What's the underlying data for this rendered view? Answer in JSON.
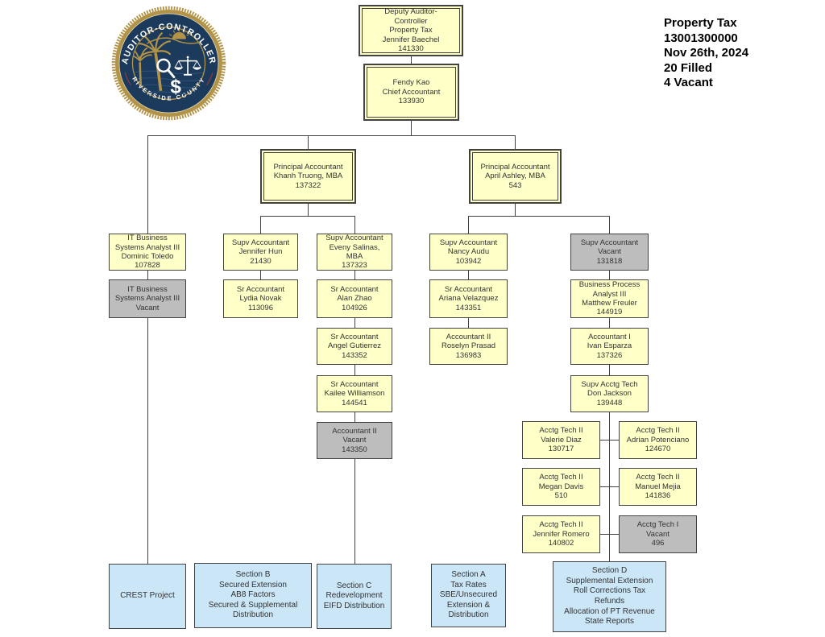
{
  "header": {
    "lines": [
      "Property Tax",
      "13001300000",
      "Nov 26th, 2024",
      "20 Filled",
      "4 Vacant"
    ]
  },
  "logo": {
    "top_text": "AUDITOR-CONTROLLER",
    "bottom_text": "RIVERSIDE COUNTY",
    "dollar": "$",
    "symbols": [
      "palm-trees-icon",
      "sun-icon",
      "magnifying-glass-icon",
      "scales-of-justice-icon",
      "dollar-sign-icon"
    ],
    "colors": {
      "navy": "#1C3A5B",
      "gold": "#B29347",
      "text": "#FFFFFF",
      "red_accent": "#A03A3A"
    }
  },
  "colors": {
    "filled_box": "#FFFFC8",
    "vacant_box": "#BDBDBD",
    "section_box": "#CBE6F7",
    "border": "#424242",
    "connector": "#424242",
    "text": "#333333"
  },
  "nodes": {
    "deputy": {
      "text": "Deputy Auditor-\nController\nProperty Tax\nJennifer Baechel\n141330"
    },
    "chief": {
      "text": "Fendy Kao\nChief Accountant\n133930"
    },
    "khanh": {
      "text": "Principal Accountant\nKhanh Truong, MBA\n137322"
    },
    "april": {
      "text": "Principal Accountant\nApril Ashley, MBA\n543"
    },
    "dominic": {
      "text": "IT Business\nSystems Analyst III\nDominic Toledo\n107828"
    },
    "it_vacant": {
      "text": "IT Business\nSystems Analyst III\nVacant"
    },
    "hun": {
      "text": "Supv Accountant\nJennifer Hun\n21430"
    },
    "salinas": {
      "text": "Supv Accountant\nEveny Salinas,\nMBA\n137323"
    },
    "audu": {
      "text": "Supv Accountant\nNancy Audu\n103942"
    },
    "supv_vacant": {
      "text": "Supv Accountant\nVacant\n131818"
    },
    "novak": {
      "text": "Sr Accountant\nLydia Novak\n113096"
    },
    "zhao": {
      "text": "Sr Accountant\nAlan Zhao\n104926"
    },
    "velazquez": {
      "text": "Sr Accountant\nAriana Velazquez\n143351"
    },
    "freuler": {
      "text": "Business Process\nAnalyst III\nMatthew Freuler\n144919"
    },
    "gutierrez": {
      "text": "Sr Accountant\nAngel Gutierrez\n143352"
    },
    "prasad": {
      "text": "Accountant II\nRoselyn Prasad\n136983"
    },
    "esparza": {
      "text": "Accountant I\nIvan Esparza\n137326"
    },
    "williamson": {
      "text": "Sr Accountant\nKailee Williamson\n144541"
    },
    "jackson": {
      "text": "Supv Acctg Tech\nDon Jackson\n139448"
    },
    "acct2_vacant": {
      "text": "Accountant II\nVacant\n143350"
    },
    "diaz": {
      "text": "Acctg Tech II\nValerie Diaz\n130717"
    },
    "potenciano": {
      "text": "Acctg Tech II\nAdrian Potenciano\n124670"
    },
    "davis": {
      "text": "Acctg Tech II\nMegan Davis\n510"
    },
    "mejia": {
      "text": "Acctg Tech II\nManuel Mejia\n141836"
    },
    "romero": {
      "text": "Acctg Tech II\nJennifer Romero\n140802"
    },
    "tech1_vacant": {
      "text": "Acctg Tech I\nVacant\n496"
    },
    "crest": {
      "text": "CREST Project"
    },
    "section_b": {
      "text": "Section B\nSecured Extension\nAB8 Factors\nSecured & Supplemental\nDistribution"
    },
    "section_c": {
      "text": "Section C\nRedevelopment\nEIFD Distribution"
    },
    "section_a": {
      "text": "Section A\nTax Rates\nSBE/Unsecured\nExtension &\nDistribution"
    },
    "section_d": {
      "text": "Section D\nSupplemental Extension\nRoll Corrections Tax\nRefunds\nAllocation of PT Revenue\nState Reports"
    }
  }
}
